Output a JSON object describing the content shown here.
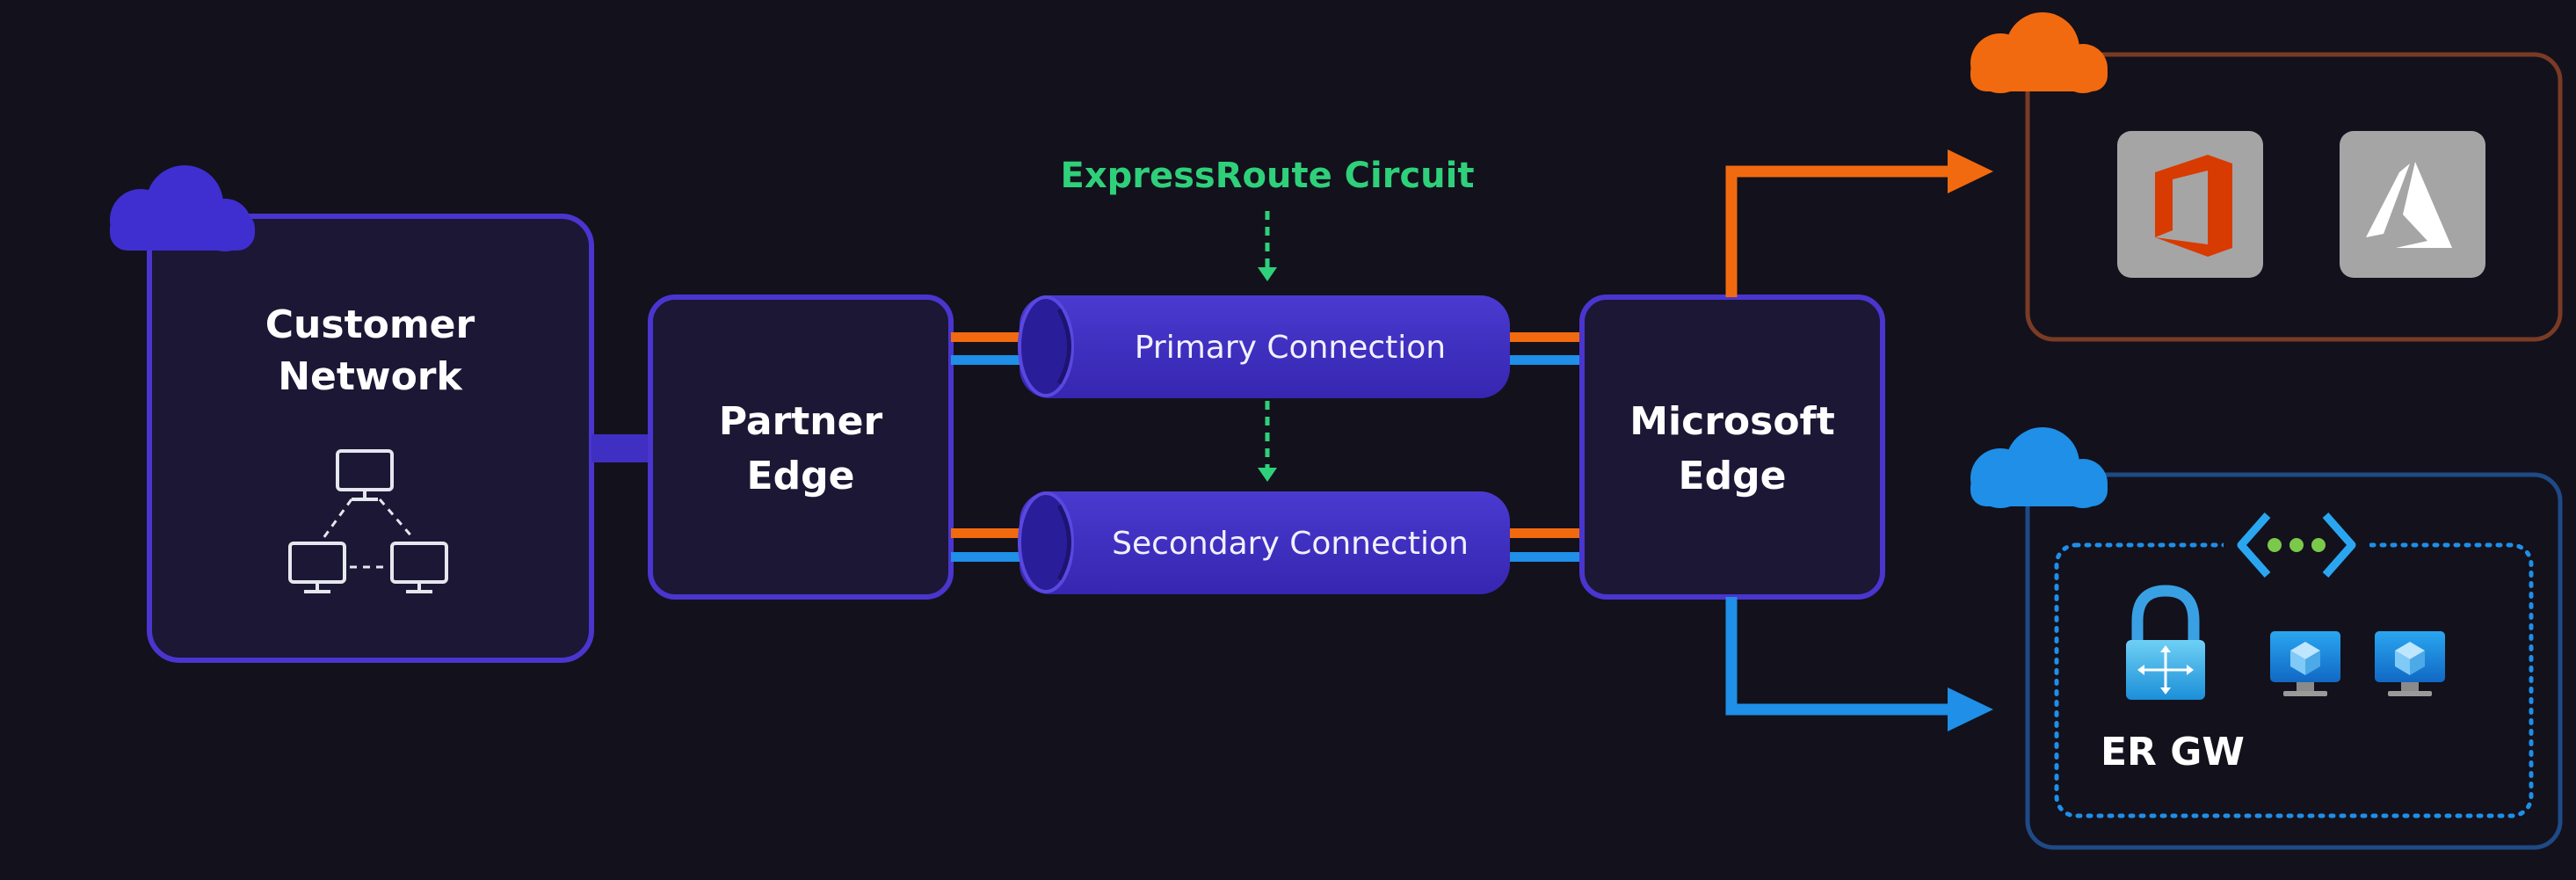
{
  "circuit_label": "ExpressRoute Circuit",
  "customer": {
    "line1": "Customer",
    "line2": "Network"
  },
  "partner": {
    "line1": "Partner",
    "line2": "Edge"
  },
  "microsoft": {
    "line1": "Microsoft",
    "line2": "Edge"
  },
  "primary_connection": "Primary Connection",
  "secondary_connection": "Secondary Connection",
  "gateway_label": "ER GW",
  "icons": {
    "customer_cloud": "cloud-icon",
    "microsoft_cloud": "cloud-icon",
    "azure_cloud": "cloud-icon",
    "office": "office-icon",
    "azure": "azure-icon",
    "vnet": "vnet-icon",
    "gateway": "gateway-lock-icon",
    "vm": "virtual-machine-icon"
  },
  "colors": {
    "background": "#13111c",
    "node_border": "#4632c8",
    "node_fill": "#1d1838",
    "pill": "#3f2fc2",
    "circuit": "#2fd07a",
    "orange": "#f26a0f",
    "blue": "#1f8fe8",
    "purple_cloud": "#3f2fd0"
  }
}
